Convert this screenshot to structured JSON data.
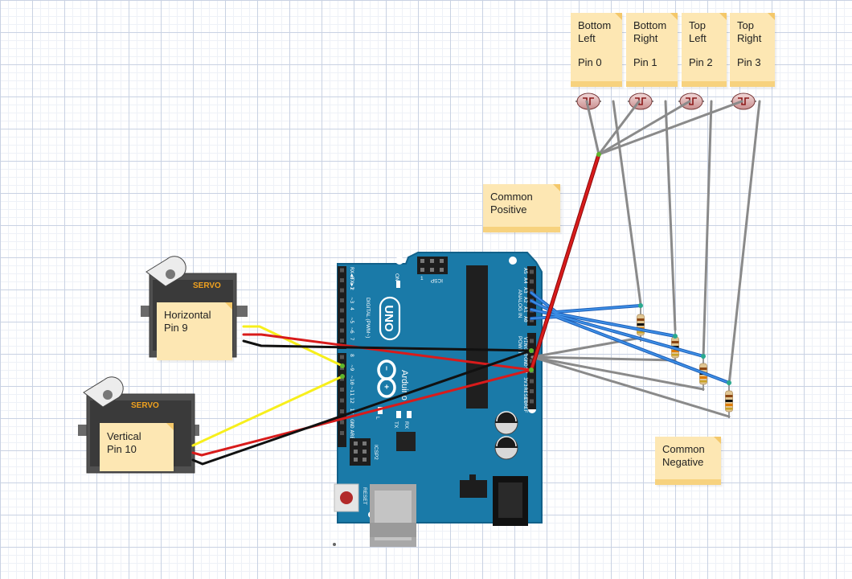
{
  "colors": {
    "board": "#1a7aa8",
    "board_dark": "#15668d",
    "wire_red": "#d81b1b",
    "wire_black": "#111111",
    "wire_yellow": "#f7ef1c",
    "wire_gray": "#8a8a8a",
    "wire_blue": "#2a74d4",
    "note": "#fde7b3"
  },
  "notes": {
    "bottom_left": {
      "line1": "Bottom",
      "line2": "Left",
      "line3": "Pin 0"
    },
    "bottom_right": {
      "line1": "Bottom",
      "line2": "Right",
      "line3": "Pin 1"
    },
    "top_left": {
      "line1": "Top",
      "line2": "Left",
      "line3": "Pin 2"
    },
    "top_right": {
      "line1": "Top",
      "line2": "Right",
      "line3": "Pin 3"
    },
    "common_positive": {
      "line1": "Common",
      "line2": "Positive"
    },
    "common_negative": {
      "line1": "Common",
      "line2": "Negative"
    },
    "horizontal_servo": {
      "line1": "Horizontal",
      "line2": "Pin 9"
    },
    "vertical_servo": {
      "line1": "Vertical",
      "line2": "Pin 10"
    }
  },
  "servo": {
    "label": "SERVO"
  },
  "arduino": {
    "model": "UNO",
    "brand": "Arduino",
    "on_label": "ON",
    "icsp": "ICSP",
    "icsp2": "ICSP2",
    "reset": "RESET",
    "tx": "TX",
    "rx": "RX",
    "l": "L",
    "icsp_pin1": "1",
    "digital_label": "DIGITAL (PWM~)",
    "analog_label": "ANALOG IN",
    "power_label": "POWER",
    "aref": "AREF",
    "gnd": "GND",
    "digital_pins": [
      "RX◀0",
      "TX▶1",
      "2",
      "~3",
      "4",
      "~5",
      "~6",
      "7",
      "8",
      "~9",
      "~10",
      "~11",
      "12",
      "13",
      "GND",
      "AREF"
    ],
    "analog_pins": [
      "A5",
      "A4",
      "A3",
      "A2",
      "A1",
      "A0"
    ],
    "power_pins": [
      "VIN",
      "GND",
      "GND",
      "5V",
      "3V3",
      "RESET",
      "IOREF"
    ]
  }
}
